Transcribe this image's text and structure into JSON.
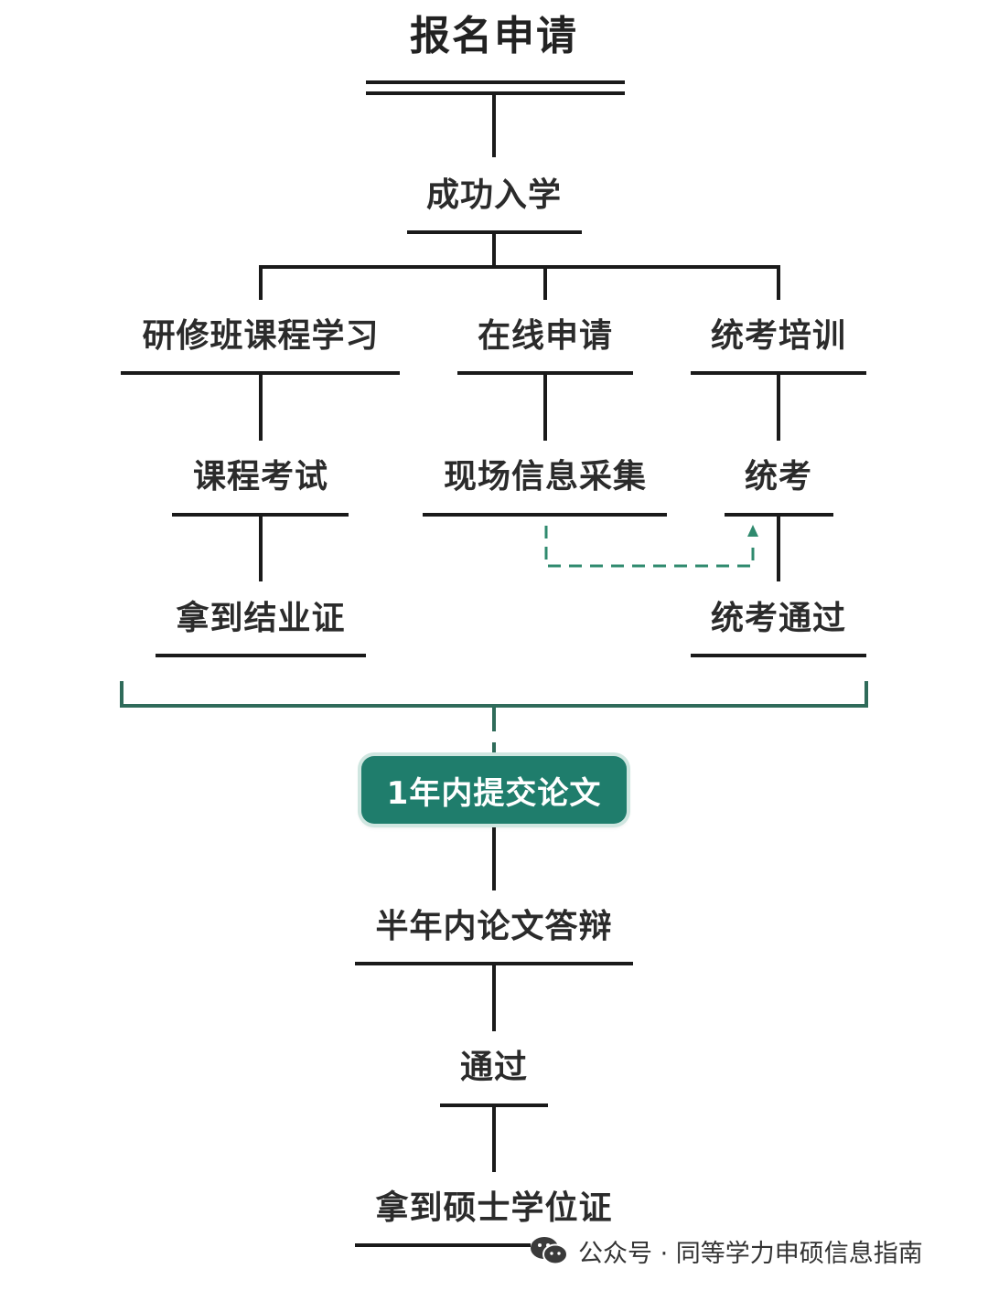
{
  "title": "报名申请",
  "nodes": {
    "enroll": "成功入学",
    "study_course": "研修班课程学习",
    "online_apply": "在线申请",
    "exam_training": "统考培训",
    "course_exam": "课程考试",
    "info_collect": "现场信息采集",
    "unified_exam": "统考",
    "completion_cert": "拿到结业证",
    "exam_passed": "统考通过",
    "submit_thesis": "1年内提交论文",
    "defense": "半年内论文答辩",
    "passed": "通过",
    "degree_cert": "拿到硕士学位证"
  },
  "watermark": {
    "icon": "wechat-icon",
    "text": "公众号 · 同等学力申硕信息指南"
  },
  "colors": {
    "line": "#1a1a1a",
    "accent": "#1f7d6c",
    "bracket": "#2f6b5a",
    "dashed": "#2f8a6e"
  }
}
